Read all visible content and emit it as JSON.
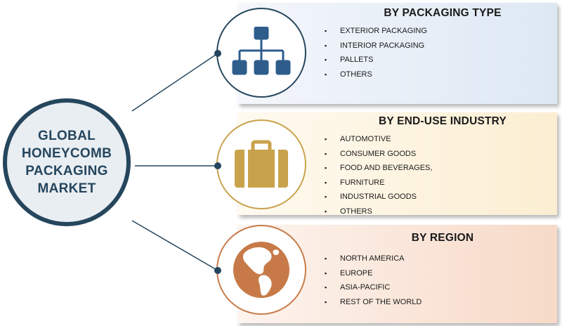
{
  "center": {
    "title_lines": [
      "GLOBAL",
      "HONEYCOMB",
      "PACKAGING",
      "MARKET"
    ]
  },
  "colors": {
    "navy": "#25465d",
    "panel1": "#dde8f4",
    "panel2": "#fbeed2",
    "panel3": "#f7dac8",
    "icon_gold": "#c9a24c",
    "icon_orange": "#c77a48",
    "icon_blue": "#2e5d8c"
  },
  "segments": [
    {
      "title": "BY PACKAGING TYPE",
      "icon": "hierarchy-icon",
      "items": [
        "EXTERIOR PACKAGING",
        "INTERIOR PACKAGING",
        "PALLETS",
        "OTHERS"
      ]
    },
    {
      "title": "BY END-USE  INDUSTRY",
      "icon": "suitcase-icon",
      "items": [
        "AUTOMOTIVE",
        "CONSUMER GOODS",
        "FOOD AND BEVERAGES,",
        "FURNITURE",
        "INDUSTRIAL GOODS",
        "OTHERS"
      ]
    },
    {
      "title": "BY REGION",
      "icon": "globe-americas-icon",
      "items": [
        "NORTH AMERICA",
        "EUROPE",
        "ASIA-PACIFIC",
        "REST OF THE WORLD"
      ]
    }
  ],
  "bullet_char": "▪"
}
